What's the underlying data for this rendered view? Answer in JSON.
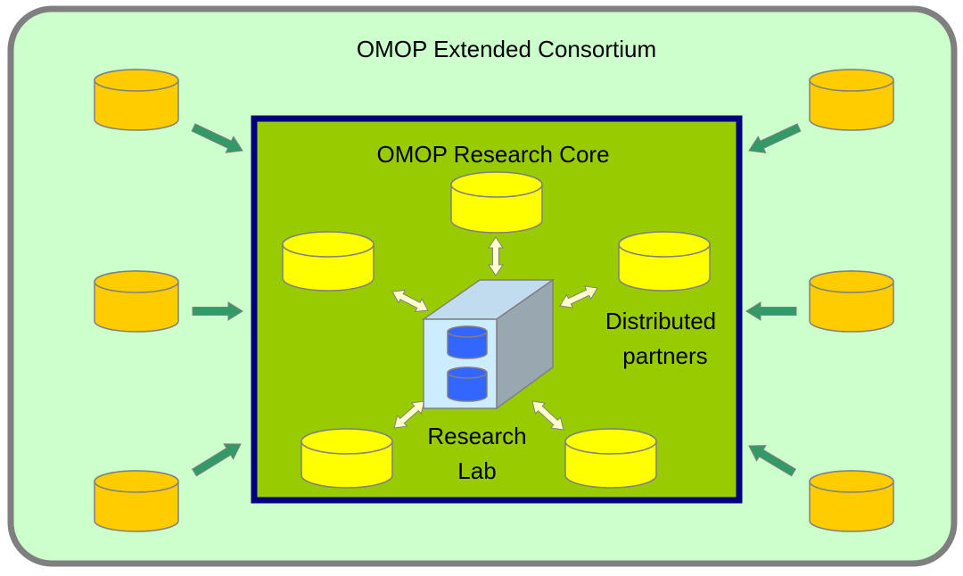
{
  "outer": {
    "title": "OMOP Extended Consortium",
    "fill": "#ccffcc",
    "border": "#7f7f7f"
  },
  "core": {
    "title": "OMOP Research Core",
    "fill": "#99cc00",
    "border": "#000080"
  },
  "labels": {
    "distributed_line1": "Distributed",
    "distributed_line2": "partners",
    "lab_line1": "Research",
    "lab_line2": "Lab"
  },
  "colors": {
    "outer_db_fill": "#ffcc00",
    "core_db_fill": "#ffff00",
    "lab_db_fill": "#3366ff",
    "green_arrow": "#339966",
    "yellow_arrow": "#ffffcc",
    "box_front": "#ccecff",
    "box_top": "#c0dcee",
    "box_side": "#99a8b0"
  }
}
